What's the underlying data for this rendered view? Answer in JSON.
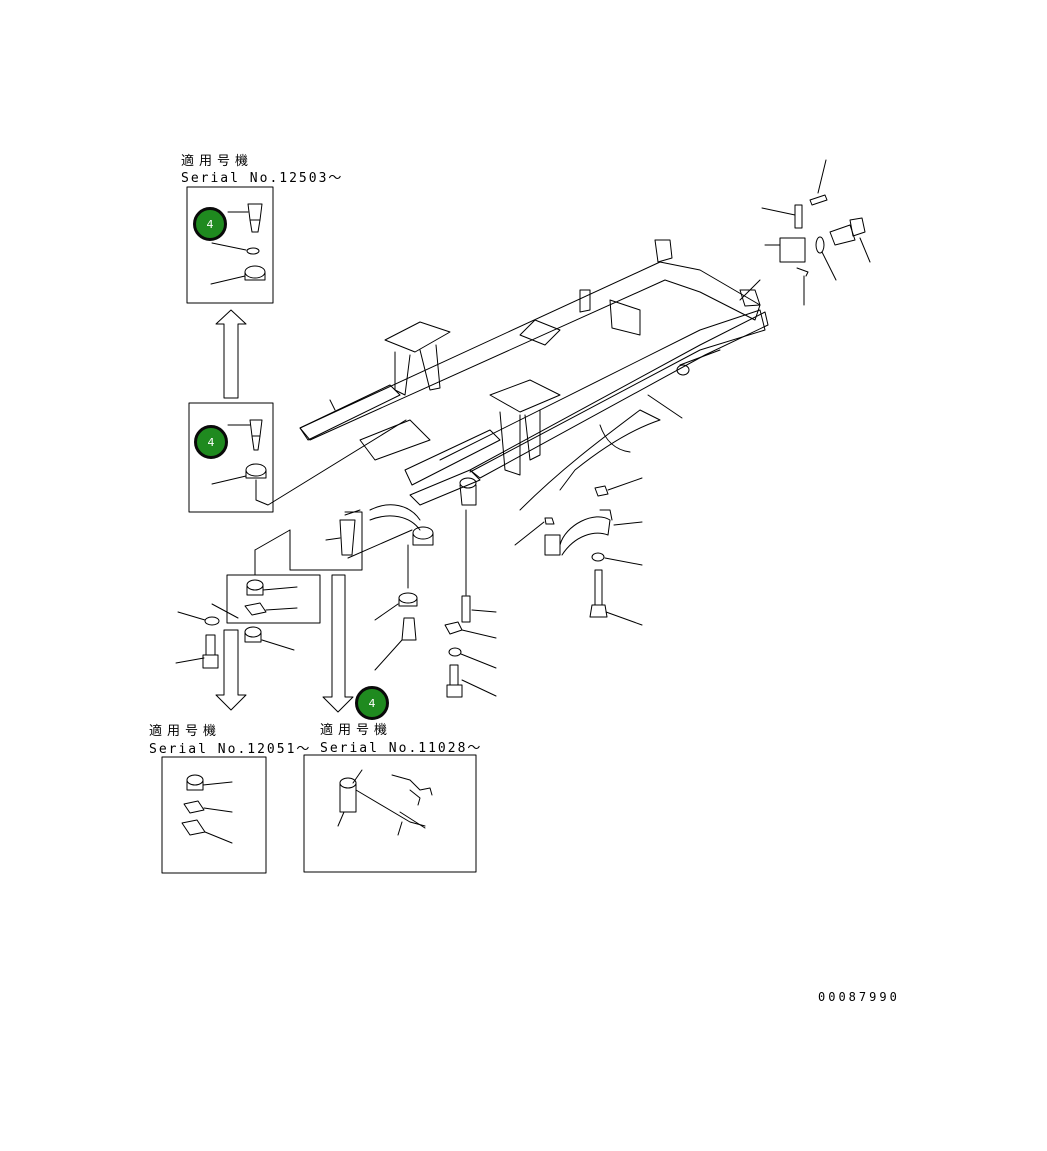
{
  "callouts": {
    "top": {
      "applicable_label": "適用号機",
      "serial_label": "Serial No.12503～"
    },
    "bottom_left": {
      "applicable_label": "適用号機",
      "serial_label": "Serial No.12051～"
    },
    "bottom_right": {
      "applicable_label": "適用号機",
      "serial_label": "Serial No.11028～"
    }
  },
  "badges": [
    {
      "label": "4"
    },
    {
      "label": "4"
    },
    {
      "label": "4"
    }
  ],
  "figure_number": "00087990",
  "colors": {
    "badge_fill": "#1f8a1f",
    "badge_border": "#0a0a0a",
    "line": "#000000"
  }
}
